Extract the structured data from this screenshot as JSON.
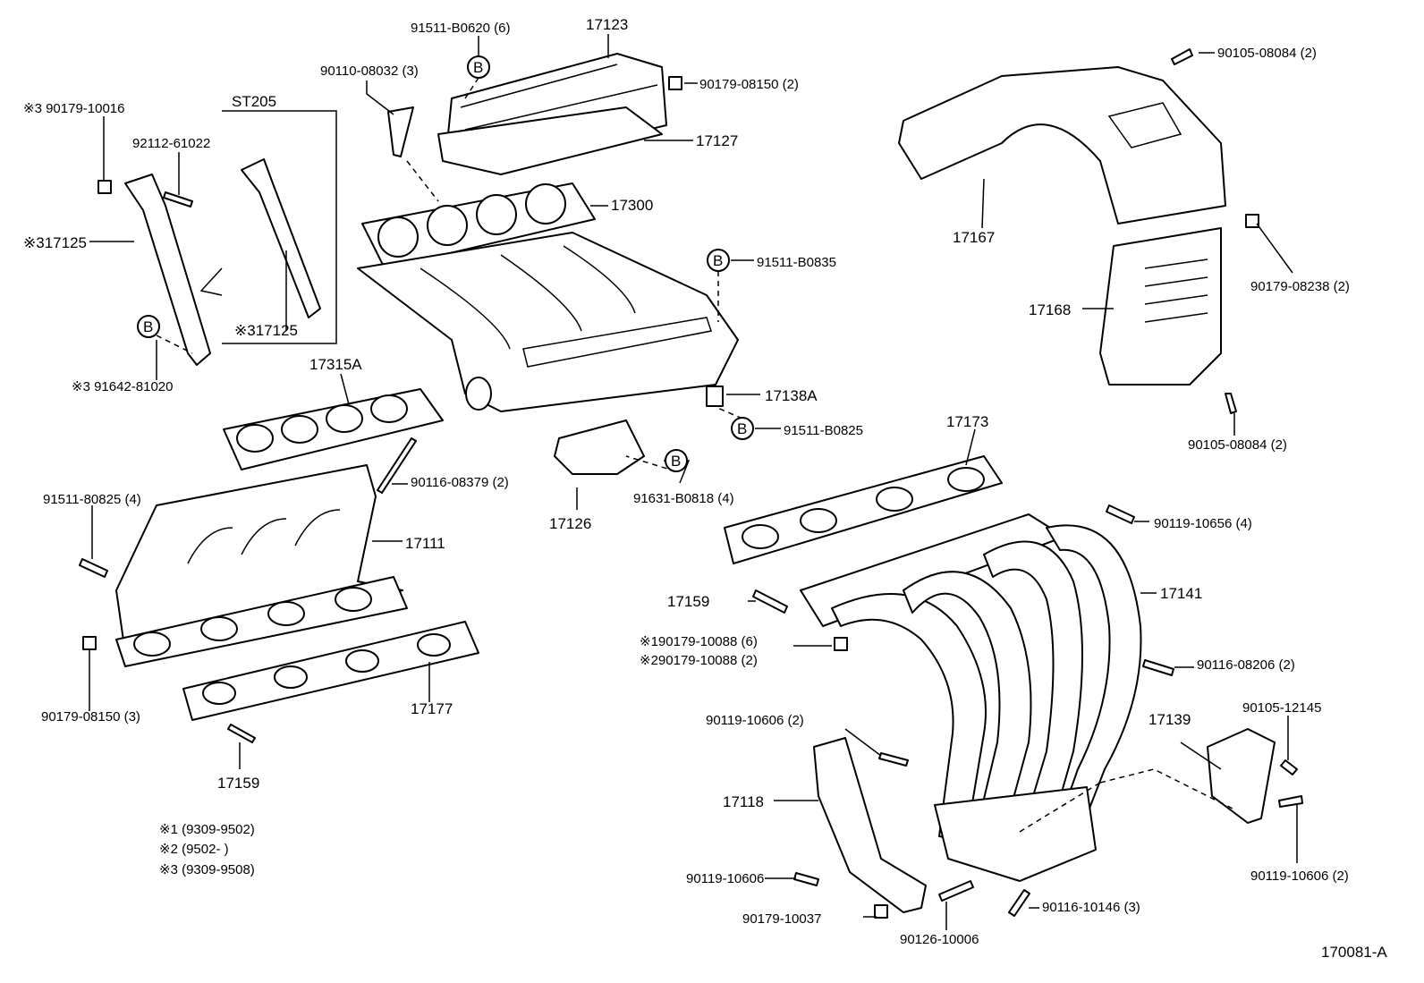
{
  "diagram_id": "170081-A",
  "callouts": [
    "91511-B0620 (6)",
    "17123",
    "90110-08032 (3)",
    "90179-08150 (2)",
    "17127",
    "17300",
    "※3 90179-10016",
    "ST205",
    "92112-61022",
    "※317125",
    "※317125",
    "※3 91642-81020",
    "91511-B0835",
    "17138A",
    "91511-B0825",
    "17315A",
    "90116-08379 (2)",
    "91631-B0818 (4)",
    "17126",
    "91511-80825 (4)",
    "17111",
    "90179-08150 (3)",
    "17177",
    "17159",
    "90105-08084 (2)",
    "17167",
    "90179-08238 (2)",
    "17168",
    "90105-08084 (2)",
    "17173",
    "90119-10656 (4)",
    "17159",
    "17141",
    "※190179-10088 (6)",
    "※290179-10088 (2)",
    "90116-08206 (2)",
    "90105-12145",
    "17139",
    "90119-10606 (2)",
    "17118",
    "90119-10606",
    "90119-10606 (2)",
    "90179-10037",
    "90116-10146 (3)",
    "90126-10006"
  ],
  "bolt_marker": "B",
  "notes": [
    "※1 (9309-9502)",
    "※2 (9502-      )",
    "※3 (9309-9508)"
  ]
}
